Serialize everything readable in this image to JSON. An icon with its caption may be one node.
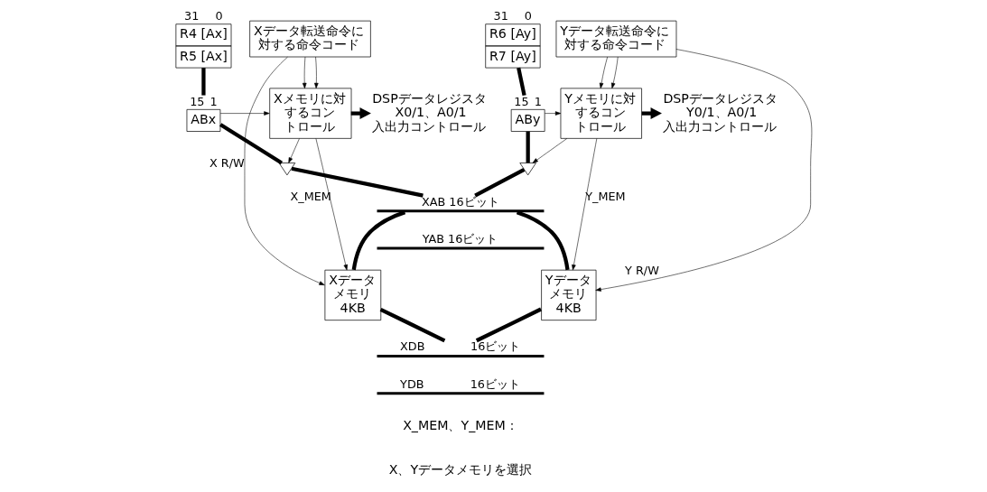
{
  "diagram": {
    "nodes": [
      {
        "text": [
          "Xデータ転送命令に対する命令コード"
        ]
      },
      {
        "text": [
          "R4 [Ax]",
          "R5 [Ax]"
        ],
        "beside": [
          "31",
          "0"
        ]
      },
      {
        "text": [
          "R6 [Ay]",
          "R7 [Ay]"
        ],
        "beside": [
          "31",
          "0"
        ]
      },
      {
        "text": [
          "Yデータ転送命令に対する命令コード"
        ]
      },
      {
        "text": [
          "DSPデータレジスタ",
          "X0/1、A0/1",
          "入出力コントロール"
        ]
      },
      {
        "text": [
          "Xメモリに対するコントロール"
        ]
      },
      {
        "text": [
          "ABx"
        ],
        "beside": [
          "15",
          "1"
        ]
      },
      {
        "text": [
          "ABy"
        ],
        "beside": [
          "15",
          "1"
        ]
      },
      {
        "text": [
          "Yメモリに対するコントロール"
        ]
      },
      {
        "text": [
          "DSPデータレジスタ",
          "Y0/1、A0/1",
          "入出力コントロール"
        ]
      },
      {
        "text": [],
        "shape": "triangle"
      },
      {
        "text": [],
        "shape": "triangle"
      },
      {
        "text": [],
        "shape": "bar",
        "beside": [
          "XAB 16ビット"
        ]
      },
      {
        "text": [],
        "shape": "bar",
        "beside": [
          "YAB 16ビット"
        ]
      },
      {
        "text": [
          "Xデータメモリ4KB"
        ]
      },
      {
        "text": [
          "Yデータメモリ4KB"
        ]
      },
      {
        "text": [],
        "shape": "bar",
        "beside": [
          "XDB",
          "16ビット"
        ]
      },
      {
        "text": [],
        "shape": "bar",
        "beside": [
          "YDB",
          "16ビット"
        ]
      }
    ],
    "edges": [
      {
        "from": 0,
        "to": 5,
        "arrow": "to"
      },
      {
        "from": 0,
        "to": 5,
        "arrow": "to"
      },
      {
        "from": 0,
        "to": 14,
        "arrow": "to",
        "label": "X R/W"
      },
      {
        "from": 1,
        "to": 6,
        "arrow": "none",
        "style": "thick"
      },
      {
        "from": 6,
        "to": 5,
        "arrow": "to"
      },
      {
        "from": 6,
        "to": 10,
        "arrow": "none",
        "style": "thick"
      },
      {
        "from": 5,
        "to": 10,
        "arrow": "to"
      },
      {
        "from": 5,
        "to": 4,
        "arrow": "to",
        "style": "thick"
      },
      {
        "from": 5,
        "to": 14,
        "arrow": "to",
        "label": "X_MEM"
      },
      {
        "from": 2,
        "to": 7,
        "arrow": "none",
        "style": "thick"
      },
      {
        "from": 7,
        "to": 8,
        "arrow": "to"
      },
      {
        "from": 7,
        "to": 11,
        "arrow": "none",
        "style": "thick"
      },
      {
        "from": 8,
        "to": 11,
        "arrow": "to"
      },
      {
        "from": 8,
        "to": 9,
        "arrow": "to",
        "style": "thick"
      },
      {
        "from": 3,
        "to": 8,
        "arrow": "to"
      },
      {
        "from": 3,
        "to": 8,
        "arrow": "to"
      },
      {
        "from": 8,
        "to": 15,
        "arrow": "to",
        "label": "Y_MEM"
      },
      {
        "from": 3,
        "to": 15,
        "arrow": "to",
        "label": "Y R/W"
      },
      {
        "from": 10,
        "to": 12,
        "arrow": "none",
        "style": "thick"
      },
      {
        "from": 11,
        "to": 12,
        "arrow": "none",
        "style": "thick"
      },
      {
        "from": 12,
        "to": 14,
        "arrow": "none",
        "style": "thick"
      },
      {
        "from": 12,
        "to": 15,
        "arrow": "none",
        "style": "thick"
      },
      {
        "from": 14,
        "to": 16,
        "arrow": "none",
        "style": "thick"
      },
      {
        "from": 15,
        "to": 16,
        "arrow": "none",
        "style": "thick"
      }
    ],
    "labels": [
      "X_MEM、Y_MEM：",
      "X、Yデータメモリを選択"
    ]
  }
}
